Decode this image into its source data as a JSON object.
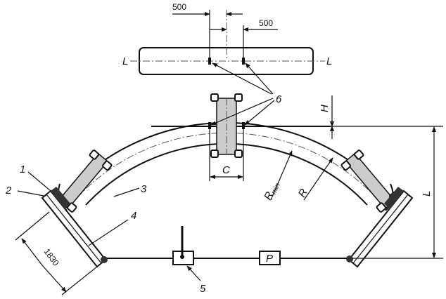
{
  "labels": {
    "dim_500_left": "500",
    "dim_500_right": "500",
    "line_L_left": "L",
    "line_L_right": "L",
    "callout_1": "1",
    "callout_2": "2",
    "callout_3": "3",
    "callout_4": "4",
    "callout_5": "5",
    "callout_6": "6",
    "dim_H": "H",
    "dim_C": "C",
    "dim_R": "R",
    "dim_Rmin_main": "R",
    "dim_Rmin_sub": "min",
    "dim_L": "L",
    "dim_1830": "1830",
    "box_P": "P"
  }
}
